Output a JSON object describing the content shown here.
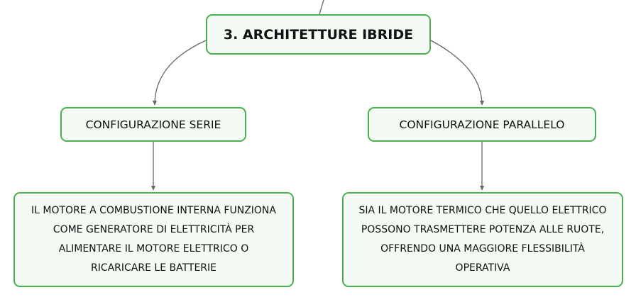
{
  "root": {
    "label": "3. ARCHITETTURE IBRIDE"
  },
  "branches": [
    {
      "title": "CONFIGURAZIONE SERIE",
      "description": "IL MOTORE A COMBUSTIONE INTERNA FUNZIONA COME GENERATORE DI ELETTRICITÀ PER ALIMENTARE IL MOTORE ELETTRICO O RICARICARE LE BATTERIE"
    },
    {
      "title": "CONFIGURAZIONE PARALLELO",
      "description": "SIA IL MOTORE TERMICO CHE QUELLO ELETTRICO POSSONO TRASMETTERE POTENZA ALLE RUOTE, OFFRENDO UNA MAGGIORE FLESSIBILITÀ OPERATIVA"
    }
  ],
  "colors": {
    "node_border": "#4caf50",
    "node_fill": "#f4fbf4",
    "connector": "#666666",
    "text": "#111111"
  }
}
